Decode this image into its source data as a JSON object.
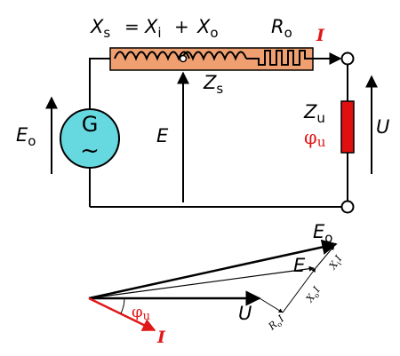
{
  "circuit": {
    "reactance_labels": {
      "xs": {
        "main": "X",
        "sub": "s"
      },
      "equals": "=",
      "xi": {
        "main": "X",
        "sub": "i"
      },
      "plus": "+",
      "xo": {
        "main": "X",
        "sub": "o"
      }
    },
    "ro": {
      "main": "R",
      "sub": "o"
    },
    "current": "I",
    "zs": {
      "main": "Z",
      "sub": "s"
    },
    "eo": {
      "main": "E",
      "sub": "o"
    },
    "e": "E",
    "generator": "G",
    "generator_symbol": "~",
    "zu": {
      "main": "Z",
      "sub": "u"
    },
    "phi_u": {
      "main": "φ",
      "sub": "u"
    },
    "u": "U"
  },
  "phasor": {
    "eo": {
      "main": "E",
      "sub": "o"
    },
    "xi_i": {
      "main": "X",
      "sub": "i",
      "rest": "I"
    },
    "e": "E",
    "xo_i": {
      "main": "X",
      "sub": "o",
      "rest": "I"
    },
    "u": "U",
    "ro_i": {
      "main": "R",
      "sub": "o",
      "rest": "I"
    },
    "phi_u": {
      "main": "φ",
      "sub": "u"
    },
    "i": "I"
  },
  "colors": {
    "impedance_box": "#f0a070",
    "generator": "#66d8e0",
    "load": "#e01010",
    "accent_red": "#e01818",
    "line": "#000000"
  }
}
